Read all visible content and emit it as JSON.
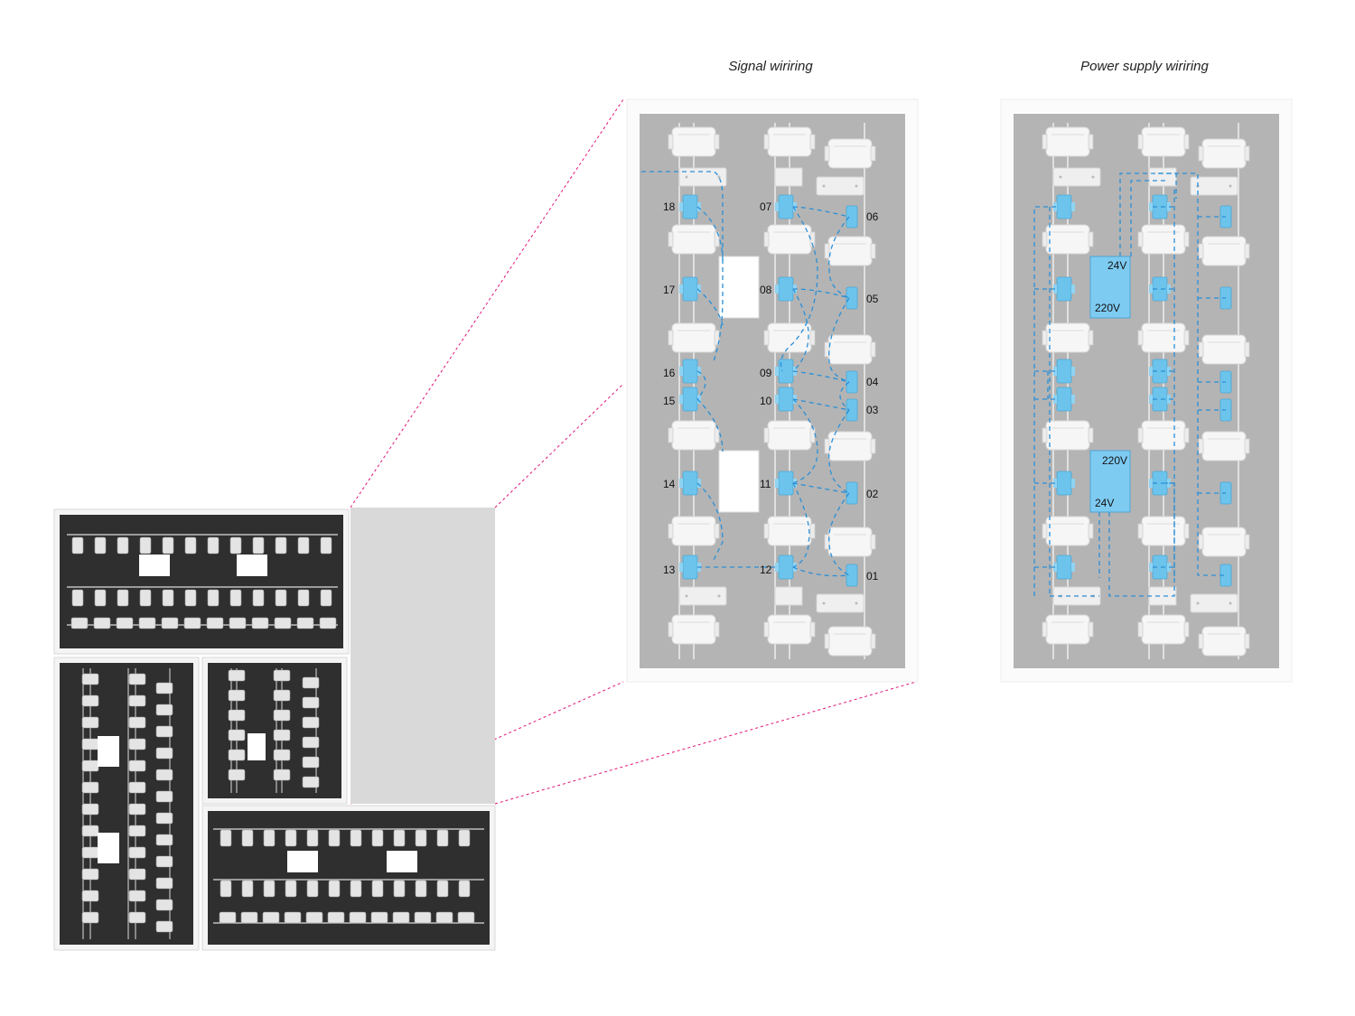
{
  "titles": {
    "signal": "Signal wiriring",
    "power": "Power supply wiriring"
  },
  "signal_labels": {
    "left": [
      "18",
      "17",
      "16",
      "15",
      "14",
      "13"
    ],
    "middle": [
      "07",
      "08",
      "09",
      "10",
      "11",
      "12"
    ],
    "right": [
      "06",
      "05",
      "04",
      "03",
      "02",
      "01"
    ]
  },
  "power_labels": {
    "top_upper": "24V",
    "top_lower": "220V",
    "bottom_upper": "220V",
    "bottom_lower": "24V"
  },
  "colors": {
    "wire": "#2a8fd6",
    "connector": "#6cc4ec",
    "psu": "#7ecbf2",
    "zoom_line": "#e0147a",
    "panel_gray": "#b4b4b4",
    "dark_panel": "#2f2f2f"
  }
}
